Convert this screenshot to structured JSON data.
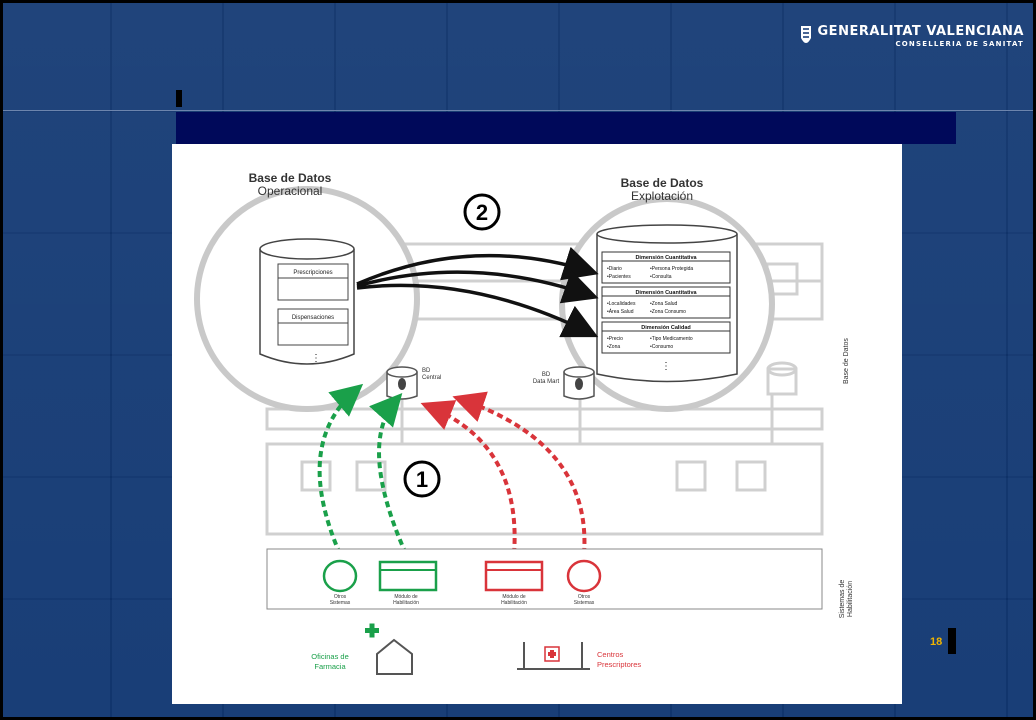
{
  "header": {
    "logo_line1": "GENERALITAT VALENCIANA",
    "logo_line2": "CONSELLERIA DE SANITAT"
  },
  "page_number": "18",
  "diagram": {
    "operational_db": {
      "title_line1": "Base de Datos",
      "title_line2": "Operacional",
      "rows": [
        "Prescripciones",
        "Dispensaciones"
      ]
    },
    "exploitation_db": {
      "title_line1": "Base de Datos",
      "title_line2": "Explotación",
      "sections": [
        {
          "title": "Dimensión Cuantitativa",
          "items": [
            "•Diario",
            "•Pacientes",
            "•Persona Protegida",
            "•Consulta"
          ]
        },
        {
          "title": "Dimensión Cuantitativa",
          "items": [
            "•Localidades",
            "•Área Salud",
            "•Zona Salud",
            "•Zona Consumo"
          ]
        },
        {
          "title": "Dimensión Calidad",
          "items": [
            "•Precio",
            "•Zona",
            "•Tipo Medicamento",
            "•Consumo"
          ]
        }
      ]
    },
    "step2_label": "2",
    "step1_label": "1",
    "bd_central_line1": "BD",
    "bd_central_line2": "Central",
    "bd_datamart_line1": "BD",
    "bd_datamart_line2": "Data Mart",
    "side_label_db": "Base de Datos",
    "side_label_systems_line1": "Sistemas de",
    "side_label_systems_line2": "Habilitación",
    "modules": [
      {
        "line1": "Otros",
        "line2": "Sistemas",
        "color": "#1aa04a"
      },
      {
        "line1": "Módulo de",
        "line2": "Habilitación",
        "color": "#1aa04a"
      },
      {
        "line1": "Módulo de",
        "line2": "Habilitación",
        "color": "#d9343a"
      },
      {
        "line1": "Otros",
        "line2": "Sistemas",
        "color": "#d9343a"
      }
    ],
    "pharmacy_label_line1": "Oficinas de",
    "pharmacy_label_line2": "Farmacia",
    "prescribers_label_line1": "Centros",
    "prescribers_label_line2": "Prescriptores",
    "colors": {
      "green": "#1aa04a",
      "red": "#d9343a",
      "grey": "#c9c9c9"
    }
  }
}
